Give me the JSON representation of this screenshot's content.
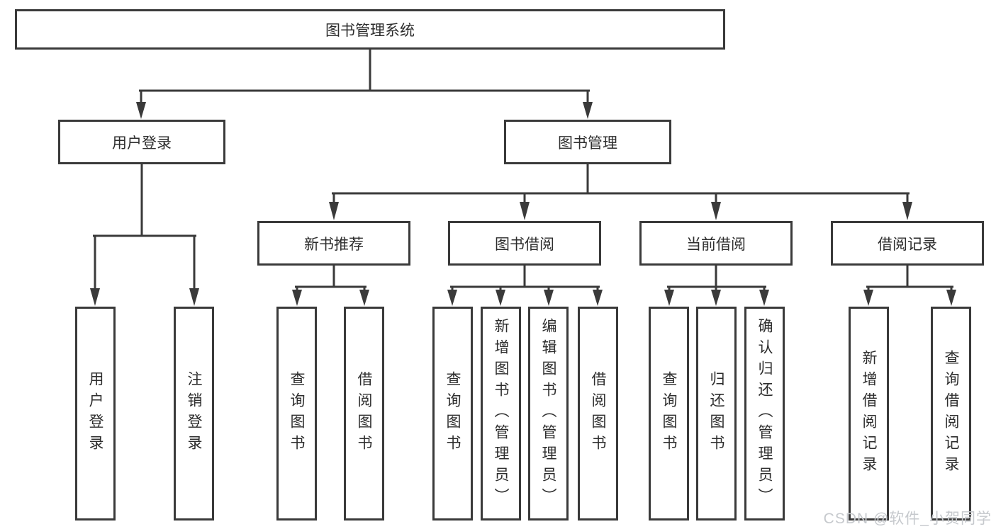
{
  "tree": {
    "root": "图书管理系统",
    "branches": [
      {
        "label": "用户登录",
        "leaves": [
          "用户登录",
          "注销登录"
        ]
      },
      {
        "label": "图书管理",
        "children": [
          {
            "label": "新书推荐",
            "leaves": [
              "查询图书",
              "借阅图书"
            ]
          },
          {
            "label": "图书借阅",
            "leaves": [
              "查询图书",
              "新增图书（管理员）",
              "编辑图书（管理员）",
              "借阅图书"
            ]
          },
          {
            "label": "当前借阅",
            "leaves": [
              "查询图书",
              "归还图书",
              "确认归还（管理员）"
            ]
          },
          {
            "label": "借阅记录",
            "leaves": [
              "新增借阅记录",
              "查询借阅记录"
            ]
          }
        ]
      }
    ]
  },
  "watermark": "CSDN @软件_小贺同学",
  "colors": {
    "line": "#3a3a3a",
    "text": "#2d2d2d",
    "background": "#ffffff",
    "watermark": "#c6c9cd"
  }
}
